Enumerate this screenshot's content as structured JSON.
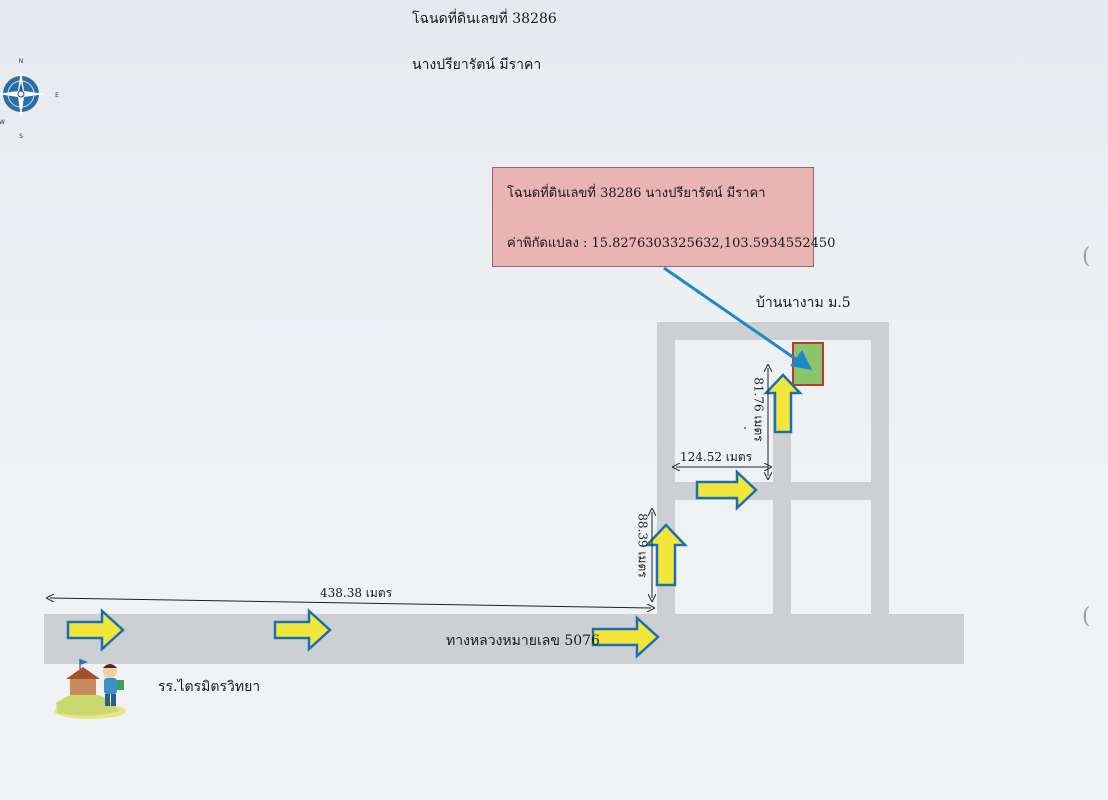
{
  "header": {
    "title": "โฉนดที่ดินเลขที่  38286",
    "owner": "นางปรียารัตน์ มีราคา"
  },
  "info_box": {
    "deed_line": "โฉนดที่ดินเลขที่  38286 นางปรียารัตน์ มีราคา",
    "coord_line": "ค่าพิกัดแปลง : 15.8276303325632,103.5934552450"
  },
  "labels": {
    "village": "บ้านนางาม ม.5",
    "highway": "ทางหลวงหมายเลข 5076",
    "school": "รร.ไตรมิตรวิทยา"
  },
  "measurements": {
    "horizontal_main": "438.38 เมตร",
    "vertical_1": "88.39 เมตร",
    "horizontal_2": "124.52 เมตร",
    "vertical_2": "81.76 เมตร"
  },
  "compass": {
    "north": "N",
    "east": "E",
    "south": "S",
    "west": "W",
    "icon": "compass-rose-icon"
  },
  "colors": {
    "road": "#cdd0d3",
    "arrow_fill": "#f3e63a",
    "arrow_stroke": "#1d6fb5",
    "plot_fill": "#8bc46a",
    "plot_stroke": "#c0392b",
    "info_box": "#eab4b2",
    "pointer": "#1e88c8"
  }
}
